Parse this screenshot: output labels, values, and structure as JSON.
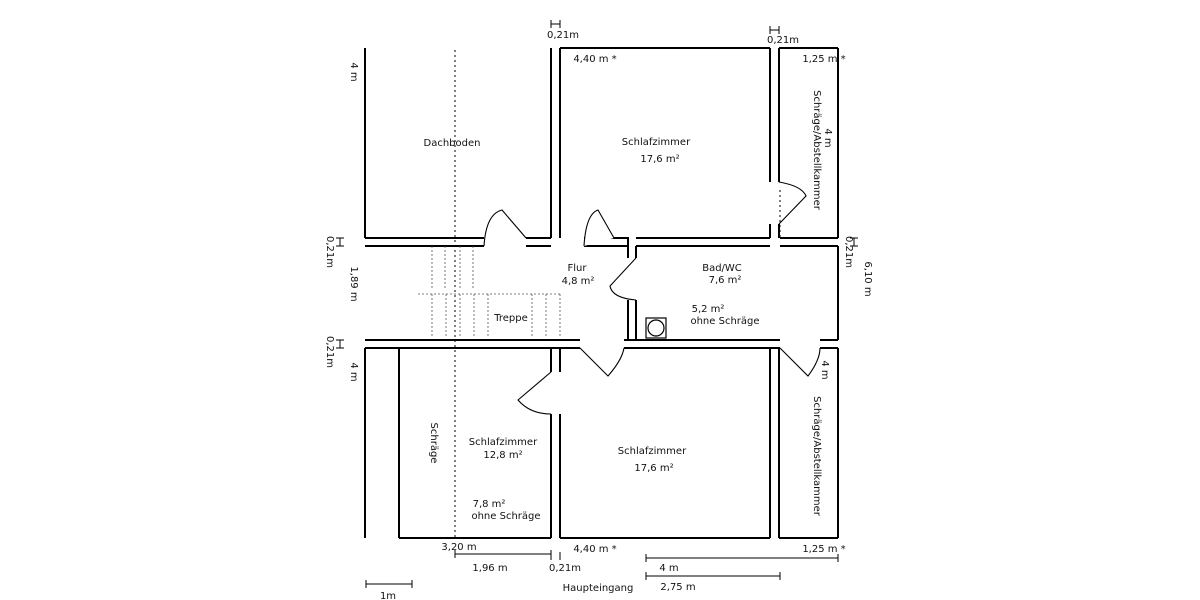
{
  "rooms": {
    "dachboden": "Dachboden",
    "schlafzimmer_top_name": "Schlafzimmer",
    "schlafzimmer_top_area": "17,6 m²",
    "flur_name": "Flur",
    "flur_area": "4,8 m²",
    "bad_name": "Bad/WC",
    "bad_area": "7,6 m²",
    "bad_net_area": "5,2 m²",
    "bad_net_note": "ohne Schräge",
    "treppe": "Treppe",
    "schraege": "Schräge",
    "schlafzimmer_bl_name": "Schlafzimmer",
    "schlafzimmer_bl_area": "12,8 m²",
    "schlafzimmer_bl_net_area": "7,8 m²",
    "schlafzimmer_bl_net_note": "ohne Schräge",
    "schlafzimmer_br_name": "Schlafzimmer",
    "schlafzimmer_br_area": "17,6 m²",
    "abstellkammer_top": "Schräge/Abstellkammer",
    "abstellkammer_bottom": "Schräge/Abstellkammer",
    "haupteingang": "Haupteingang"
  },
  "dims": {
    "wall_top_left": "0,21m",
    "wall_top_right": "0,21m",
    "top_bedroom_width": "4,40 m *",
    "top_right_width": "1,25 m *",
    "left_top_height": "4 m",
    "left_wall_1": "0,21m",
    "flur_depth": "1,89 m",
    "left_wall_2": "0,21m",
    "left_bottom_height": "4 m",
    "right_top_height": "4 m",
    "right_wall": "0,21m",
    "total_height": "6,10 m",
    "right_bottom_height": "4 m",
    "bottom_left_width": "3,20 m",
    "bottom_bedroom_width": "4,40 m *",
    "bottom_right_width": "1,25 m *",
    "bottom_1_96": "1,96 m",
    "bottom_wall": "0,21m",
    "bottom_4m": "4 m",
    "bottom_2_75": "2,75 m",
    "scale": "1m"
  }
}
